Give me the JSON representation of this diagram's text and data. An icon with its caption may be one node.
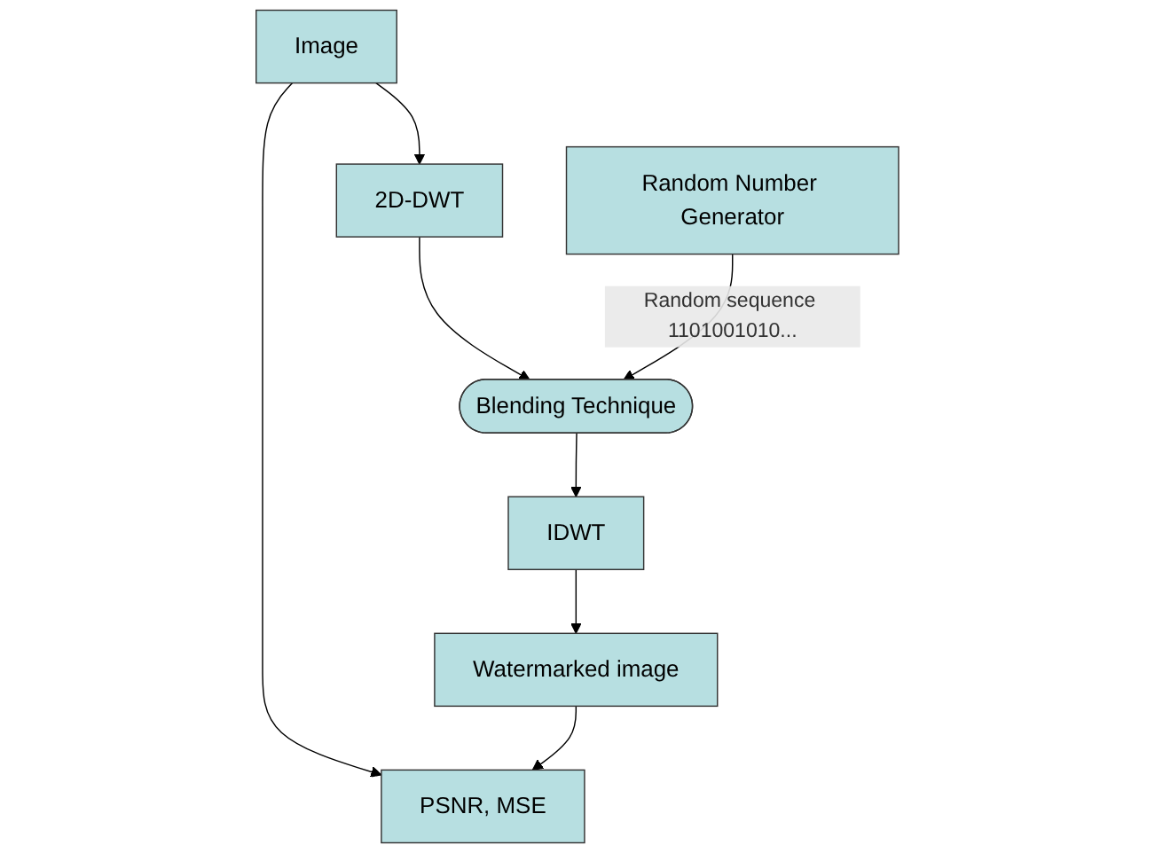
{
  "diagram": {
    "nodes": [
      {
        "text": [
          "2D-DWT"
        ]
      },
      {
        "text": [
          "Blending Technique"
        ]
      },
      {
        "text": [
          "IDWT"
        ]
      },
      {
        "text": [
          "Image"
        ]
      },
      {
        "text": [
          "Random Number Generator"
        ]
      },
      {
        "text": [
          "Watermarked image"
        ]
      },
      {
        "text": [
          "PSNR, MSE"
        ]
      }
    ],
    "edges": [
      {
        "from": 3,
        "to": 0,
        "arrow": "to"
      },
      {
        "from": 0,
        "to": 1,
        "arrow": "to"
      },
      {
        "from": 1,
        "to": 2,
        "arrow": "to"
      },
      {
        "from": 4,
        "to": 1,
        "arrow": "to",
        "label": "Random sequence 1101001010..."
      },
      {
        "from": 2,
        "to": 5,
        "arrow": "to"
      },
      {
        "from": 3,
        "to": 6,
        "arrow": "to"
      },
      {
        "from": 5,
        "to": 6,
        "arrow": "to"
      }
    ]
  }
}
